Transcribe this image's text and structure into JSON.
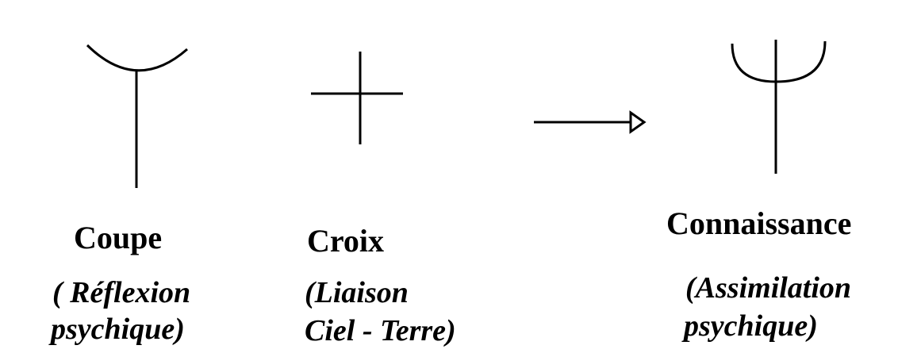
{
  "colors": {
    "ink": "#000000",
    "background": "#ffffff"
  },
  "symbols": {
    "cup": {
      "title": "Coupe",
      "line1": "( Réflexion",
      "line2": "psychique)"
    },
    "cross": {
      "title": "Croix",
      "line1": "(Liaison",
      "line2": "Ciel - Terre)"
    },
    "knowledge": {
      "title": "Connaissance",
      "line1": "(Assimilation",
      "line2": "psychique)"
    }
  }
}
